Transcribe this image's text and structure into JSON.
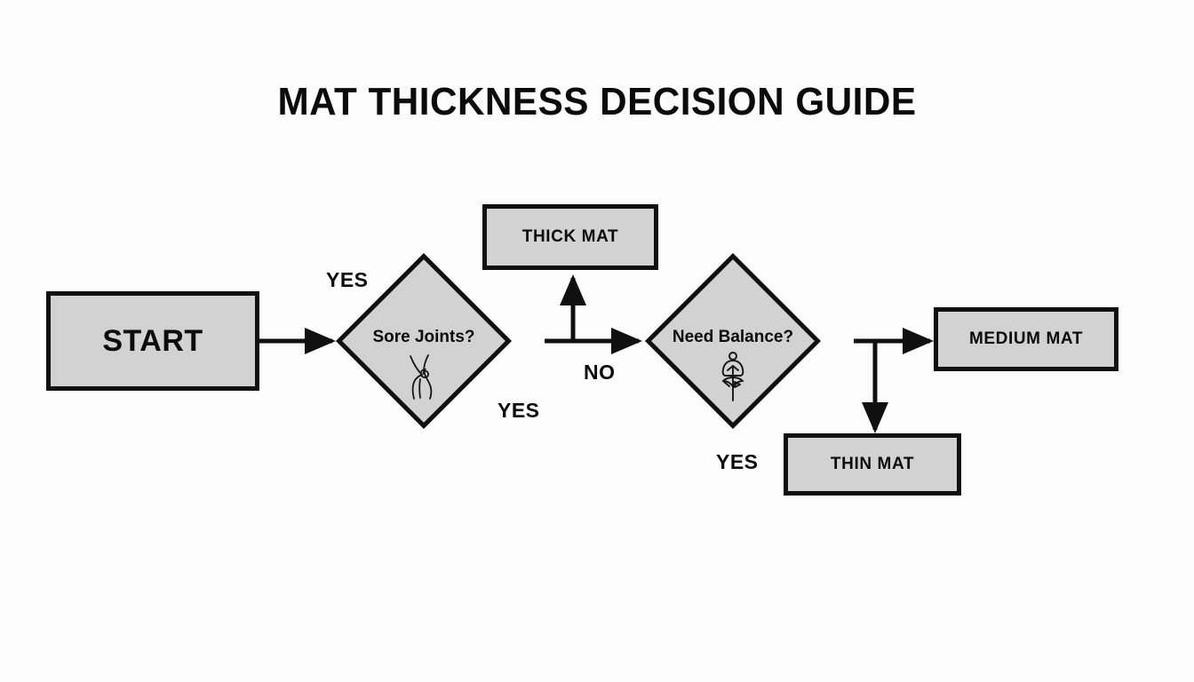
{
  "page": {
    "title": "MAT THICKNESS DECISION GUIDE",
    "background_color": "#fcfcfc",
    "shape_fill_color": "#d2d2d2",
    "shape_border_color": "#101010",
    "text_color": "#0b0b0b"
  },
  "nodes": {
    "start": {
      "label": "START",
      "shape": "rectangle"
    },
    "sore_joints": {
      "label": "Sore Joints?",
      "shape": "diamond",
      "icon": "knee-joint-icon"
    },
    "need_balance": {
      "label": "Need Balance?",
      "shape": "diamond",
      "icon": "yoga-tree-pose-icon"
    },
    "thick_mat": {
      "label": "THICK MAT",
      "shape": "rectangle"
    },
    "medium_mat": {
      "label": "MEDIUM MAT",
      "shape": "rectangle"
    },
    "thin_mat": {
      "label": "THIN MAT",
      "shape": "rectangle"
    }
  },
  "edge_labels": {
    "start_to_sore_joints": "YES",
    "sore_joints_to_thick_mat": "YES",
    "sore_joints_to_need_balance": "NO",
    "need_balance_to_thin_mat": "YES"
  },
  "chart_data": {
    "type": "diagram",
    "title": "MAT THICKNESS DECISION GUIDE",
    "diagram_kind": "flowchart",
    "orientation": "left-to-right",
    "nodes": [
      {
        "id": "start",
        "label": "START",
        "shape": "rectangle"
      },
      {
        "id": "sore_joints",
        "label": "Sore Joints?",
        "shape": "diamond"
      },
      {
        "id": "thick_mat",
        "label": "THICK MAT",
        "shape": "rectangle"
      },
      {
        "id": "need_balance",
        "label": "Need Balance?",
        "shape": "diamond"
      },
      {
        "id": "medium_mat",
        "label": "MEDIUM MAT",
        "shape": "rectangle"
      },
      {
        "id": "thin_mat",
        "label": "THIN MAT",
        "shape": "rectangle"
      }
    ],
    "edges": [
      {
        "from": "start",
        "to": "sore_joints",
        "label": "YES"
      },
      {
        "from": "sore_joints",
        "to": "thick_mat",
        "label": "YES"
      },
      {
        "from": "sore_joints",
        "to": "need_balance",
        "label": "NO"
      },
      {
        "from": "need_balance",
        "to": "medium_mat",
        "label": ""
      },
      {
        "from": "need_balance",
        "to": "thin_mat",
        "label": "YES"
      }
    ]
  }
}
